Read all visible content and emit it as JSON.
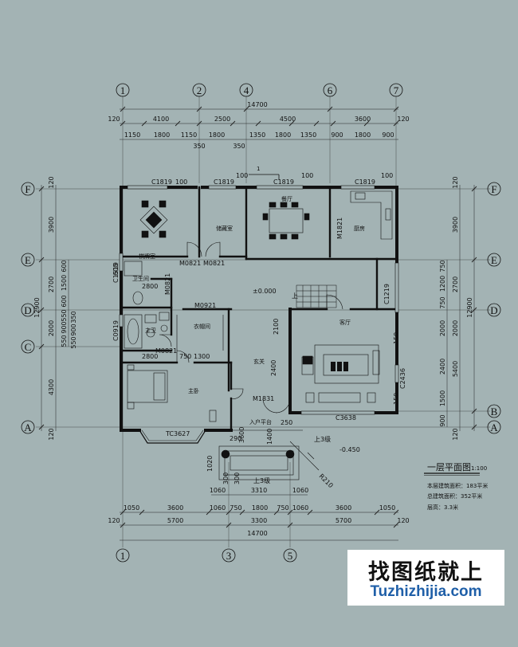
{
  "axes": {
    "top": [
      "1",
      "2",
      "4",
      "6",
      "7"
    ],
    "bottom": [
      "1",
      "3",
      "5"
    ],
    "left": [
      "F",
      "E",
      "D",
      "C",
      "A"
    ],
    "right": [
      "F",
      "E",
      "D",
      "B",
      "A"
    ]
  },
  "dims_top": {
    "total": "14700",
    "row1": [
      "120",
      "4100",
      "2500",
      "4500",
      "3600",
      "120"
    ],
    "row2": [
      "1150",
      "1800",
      "1150",
      "1800",
      "1350",
      "1800",
      "1350",
      "900",
      "1800",
      "900"
    ],
    "offsets": [
      "350",
      "350"
    ]
  },
  "dims_bottom": {
    "row1": [
      "1050",
      "3600",
      "1060",
      "750",
      "1800",
      "750",
      "1060",
      "3600",
      "1050"
    ],
    "row2": [
      "120",
      "5700",
      "3300",
      "5700",
      "120"
    ],
    "total": "14700",
    "front": [
      "1060",
      "3310",
      "1060"
    ]
  },
  "dims_left": {
    "total": "12900",
    "col1": [
      "120",
      "3900",
      "2700",
      "2000",
      "4300",
      "120"
    ],
    "col2": [
      "600",
      "1500",
      "600",
      "550",
      "900",
      "550"
    ],
    "col3": [
      "350",
      "900",
      "550"
    ]
  },
  "dims_right": {
    "total": "12900",
    "col1": [
      "120",
      "3900",
      "2700",
      "2000",
      "5400",
      "120"
    ],
    "col2": [
      "750",
      "1200",
      "750",
      "2000",
      "2400",
      "1500",
      "900"
    ]
  },
  "rooms": {
    "chess": "棋牌室",
    "storage": "储藏室",
    "dining": "餐厅",
    "kitchen": "厨房",
    "bath": "卫生间",
    "wc": "主卫",
    "closet": "衣帽间",
    "master": "主卧",
    "foyer": "玄关",
    "living": "客厅",
    "entry": "入户平台"
  },
  "labels": {
    "w_c1819": "C1819",
    "w_c1519": "C1519",
    "w_c0919": "C0919",
    "w_c1219": "C1219",
    "w_c2436": "C2436",
    "w_c3638": "C3638",
    "w_tc3627": "TC3627",
    "d_m0821": "M0821",
    "d_m0921": "M0921",
    "d_m1821": "M1821",
    "d_m1831": "M1831",
    "d_m0821b": "M0821",
    "d_m0821c": "M0821",
    "d_m0821d": "M0821",
    "elev0": "±0.000",
    "elev1": "-0.450",
    "step1": "上3级",
    "step2": "上3级",
    "radius": "R210",
    "n2800a": "2800",
    "n2800b": "2800",
    "n2100": "2100",
    "n750": "750",
    "n1300": "1300",
    "n1400": "1400",
    "n2400": "2400",
    "n100": "100",
    "n290": "290",
    "n250": "250",
    "n300": "300",
    "n1020": "1020",
    "n3600v": "3600",
    "n120b": "120",
    "n150": "150",
    "n600": "600",
    "up": "上",
    "sec": "1"
  },
  "title": {
    "main": "一层平面图",
    "scale": "1:100",
    "area1": "本层建筑面积：183平米",
    "area2": "总建筑面积：352平米",
    "height": "层高：3.3米"
  },
  "watermark": {
    "cn": "找图纸就上",
    "en": "Tuzhizhijia.com"
  }
}
